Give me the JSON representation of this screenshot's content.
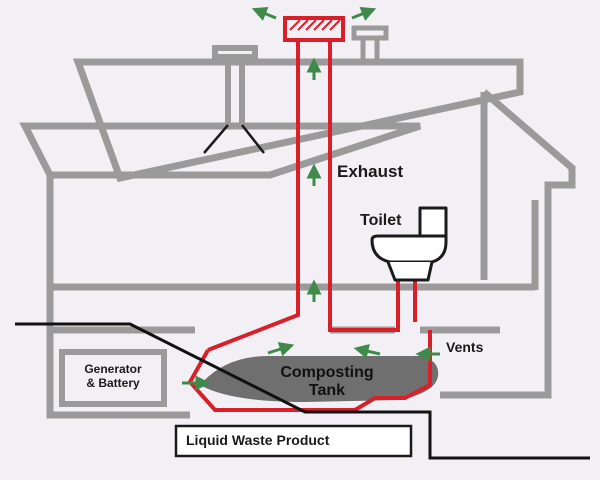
{
  "labels": {
    "exhaust": "Exhaust",
    "toilet": "Toilet",
    "vents": "Vents",
    "generator_line1": "Generator",
    "generator_line2": "& Battery",
    "tank_line1": "Composting",
    "tank_line2": "Tank",
    "liquid_waste": "Liquid Waste Product"
  },
  "colors": {
    "background": "#f3f0f5",
    "house_outline": "#9a9a9a",
    "pipe_red": "#d8202a",
    "arrow_green": "#3f8a4a",
    "tank_fill": "#6f6f6f",
    "ground_line": "#111111"
  }
}
